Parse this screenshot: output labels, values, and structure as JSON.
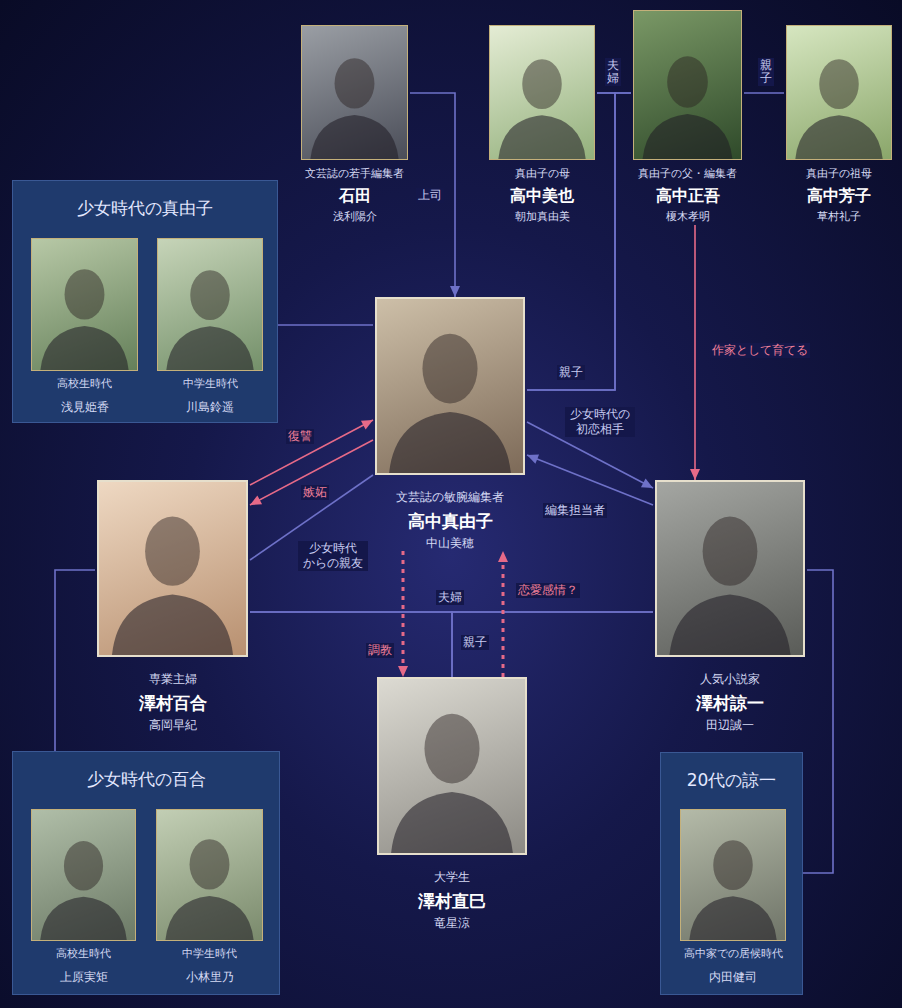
{
  "diagram": {
    "nodes": [
      {
        "text": [
          "文芸誌の若手編集者",
          "石田",
          "浅利陽介"
        ]
      },
      {
        "text": [
          "真由子の母",
          "高中美也",
          "朝加真由美"
        ]
      },
      {
        "text": [
          "真由子の父・編集者",
          "高中正吾",
          "榎木孝明"
        ]
      },
      {
        "text": [
          "真由子の祖母",
          "高中芳子",
          "草村礼子"
        ]
      },
      {
        "text": [
          "少女時代の真由子"
        ]
      },
      {
        "text": [
          "高校生時代",
          "浅見姫香"
        ],
        "in": 4
      },
      {
        "text": [
          "中学生時代",
          "川島鈴遥"
        ],
        "in": 4
      },
      {
        "text": [
          "文芸誌の敏腕編集者",
          "高中真由子",
          "中山美穂"
        ]
      },
      {
        "text": [
          "専業主婦",
          "澤村百合",
          "高岡早紀"
        ]
      },
      {
        "text": [
          "人気小説家",
          "澤村諒一",
          "田辺誠一"
        ]
      },
      {
        "text": [
          "大学生",
          "澤村直巳",
          "竜星涼"
        ]
      },
      {
        "text": [
          "少女時代の百合"
        ]
      },
      {
        "text": [
          "高校生時代",
          "上原実矩"
        ],
        "in": 11
      },
      {
        "text": [
          "中学生時代",
          "小林里乃"
        ],
        "in": 11
      },
      {
        "text": [
          "20代の諒一"
        ]
      },
      {
        "text": [
          "高中家での居候時代",
          "内田健司"
        ],
        "in": 14
      }
    ],
    "edges": [
      {
        "from": 0,
        "to": 7,
        "arrow": "to",
        "label": "上司"
      },
      {
        "from": 1,
        "to": 2,
        "arrow": "none",
        "label": "夫婦"
      },
      {
        "from": 2,
        "to": 3,
        "arrow": "none",
        "label": "親子"
      },
      {
        "from": 1,
        "to": 7,
        "arrow": "none",
        "label": "親子"
      },
      {
        "from": 2,
        "to": 7,
        "arrow": "none"
      },
      {
        "from": 2,
        "to": 9,
        "arrow": "to",
        "label": "作家として育てる"
      },
      {
        "from": 4,
        "to": 7,
        "arrow": "none"
      },
      {
        "from": 8,
        "to": 7,
        "arrow": "to",
        "label": "復讐"
      },
      {
        "from": 7,
        "to": 8,
        "arrow": "to",
        "label": "嫉妬"
      },
      {
        "from": 7,
        "to": 8,
        "arrow": "none",
        "label": "少女時代 からの親友"
      },
      {
        "from": 7,
        "to": 9,
        "arrow": "to",
        "label": "少女時代の 初恋相手"
      },
      {
        "from": 9,
        "to": 7,
        "arrow": "to",
        "label": "編集担当者"
      },
      {
        "from": 8,
        "to": 9,
        "arrow": "none",
        "label": "夫婦"
      },
      {
        "from": 8,
        "to": 10,
        "arrow": "none",
        "label": "親子"
      },
      {
        "from": 9,
        "to": 10,
        "arrow": "none"
      },
      {
        "from": 7,
        "to": 10,
        "arrow": "to",
        "label": "調教"
      },
      {
        "from": 10,
        "to": 7,
        "arrow": "to",
        "label": "恋愛感情？"
      },
      {
        "from": 11,
        "to": 8,
        "arrow": "none"
      },
      {
        "from": 9,
        "to": 14,
        "arrow": "none"
      }
    ]
  }
}
